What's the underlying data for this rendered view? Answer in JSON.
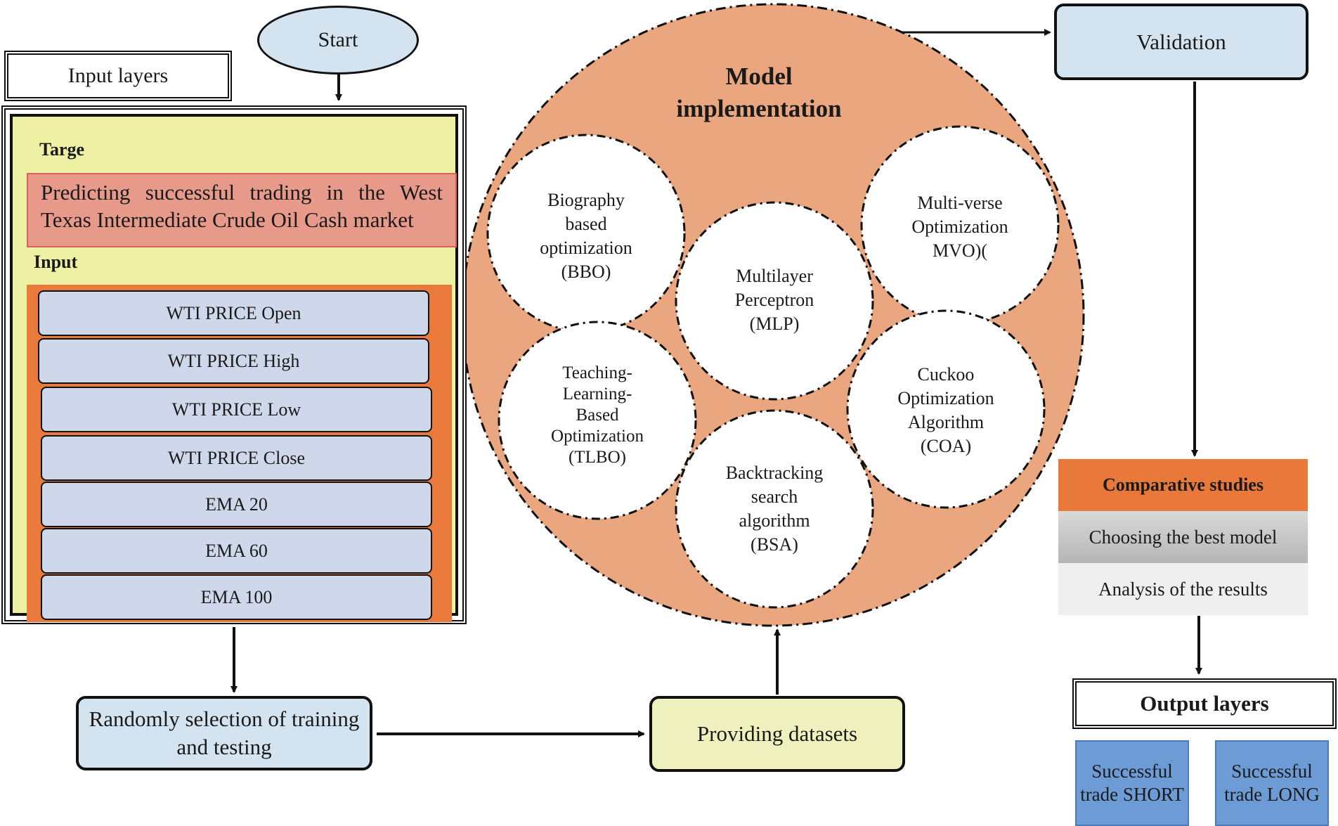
{
  "start": "Start",
  "input_layers_label": "Input layers",
  "target": {
    "heading": "Targe",
    "text": "Predicting successful trading in the West Texas Intermediate Crude Oil Cash market"
  },
  "input": {
    "heading": "Input",
    "features": [
      "WTI PRICE Open",
      "WTI PRICE High",
      "WTI PRICE Low",
      "WTI PRICE Close",
      "EMA 20",
      "EMA 60",
      "EMA 100"
    ]
  },
  "random_selection": "Randomly selection of training and testing",
  "providing_datasets": "Providing datasets",
  "model": {
    "title_line1": "Model",
    "title_line2": "implementation",
    "bbo": [
      "Biography",
      "based",
      "optimization",
      "(BBO)"
    ],
    "mvo": [
      "Multi-verse",
      "Optimization",
      "MVO)("
    ],
    "mlp": [
      "Multilayer",
      "Perceptron",
      "(MLP)"
    ],
    "tlbo": [
      "Teaching-",
      "Learning-",
      "Based",
      "Optimization",
      "(TLBO)"
    ],
    "coa": [
      "Cuckoo",
      "Optimization",
      "Algorithm",
      "(COA)"
    ],
    "bsa": [
      "Backtracking",
      "search",
      "algorithm",
      "(BSA)"
    ]
  },
  "validation": "Validation",
  "comparative_studies": "Comparative studies",
  "choosing_best_model": "Choosing the best model",
  "analysis_results": "Analysis of the results",
  "output_layers": "Output layers",
  "trade_short": "Successful trade SHORT",
  "trade_long": "Successful trade LONG",
  "colors": {
    "light_blue": "#d3e3ef",
    "salmon": "#eaa67f",
    "orange": "#e8793a",
    "yellow_green": "#eef0a4",
    "trade_blue": "#6d9bd6"
  }
}
